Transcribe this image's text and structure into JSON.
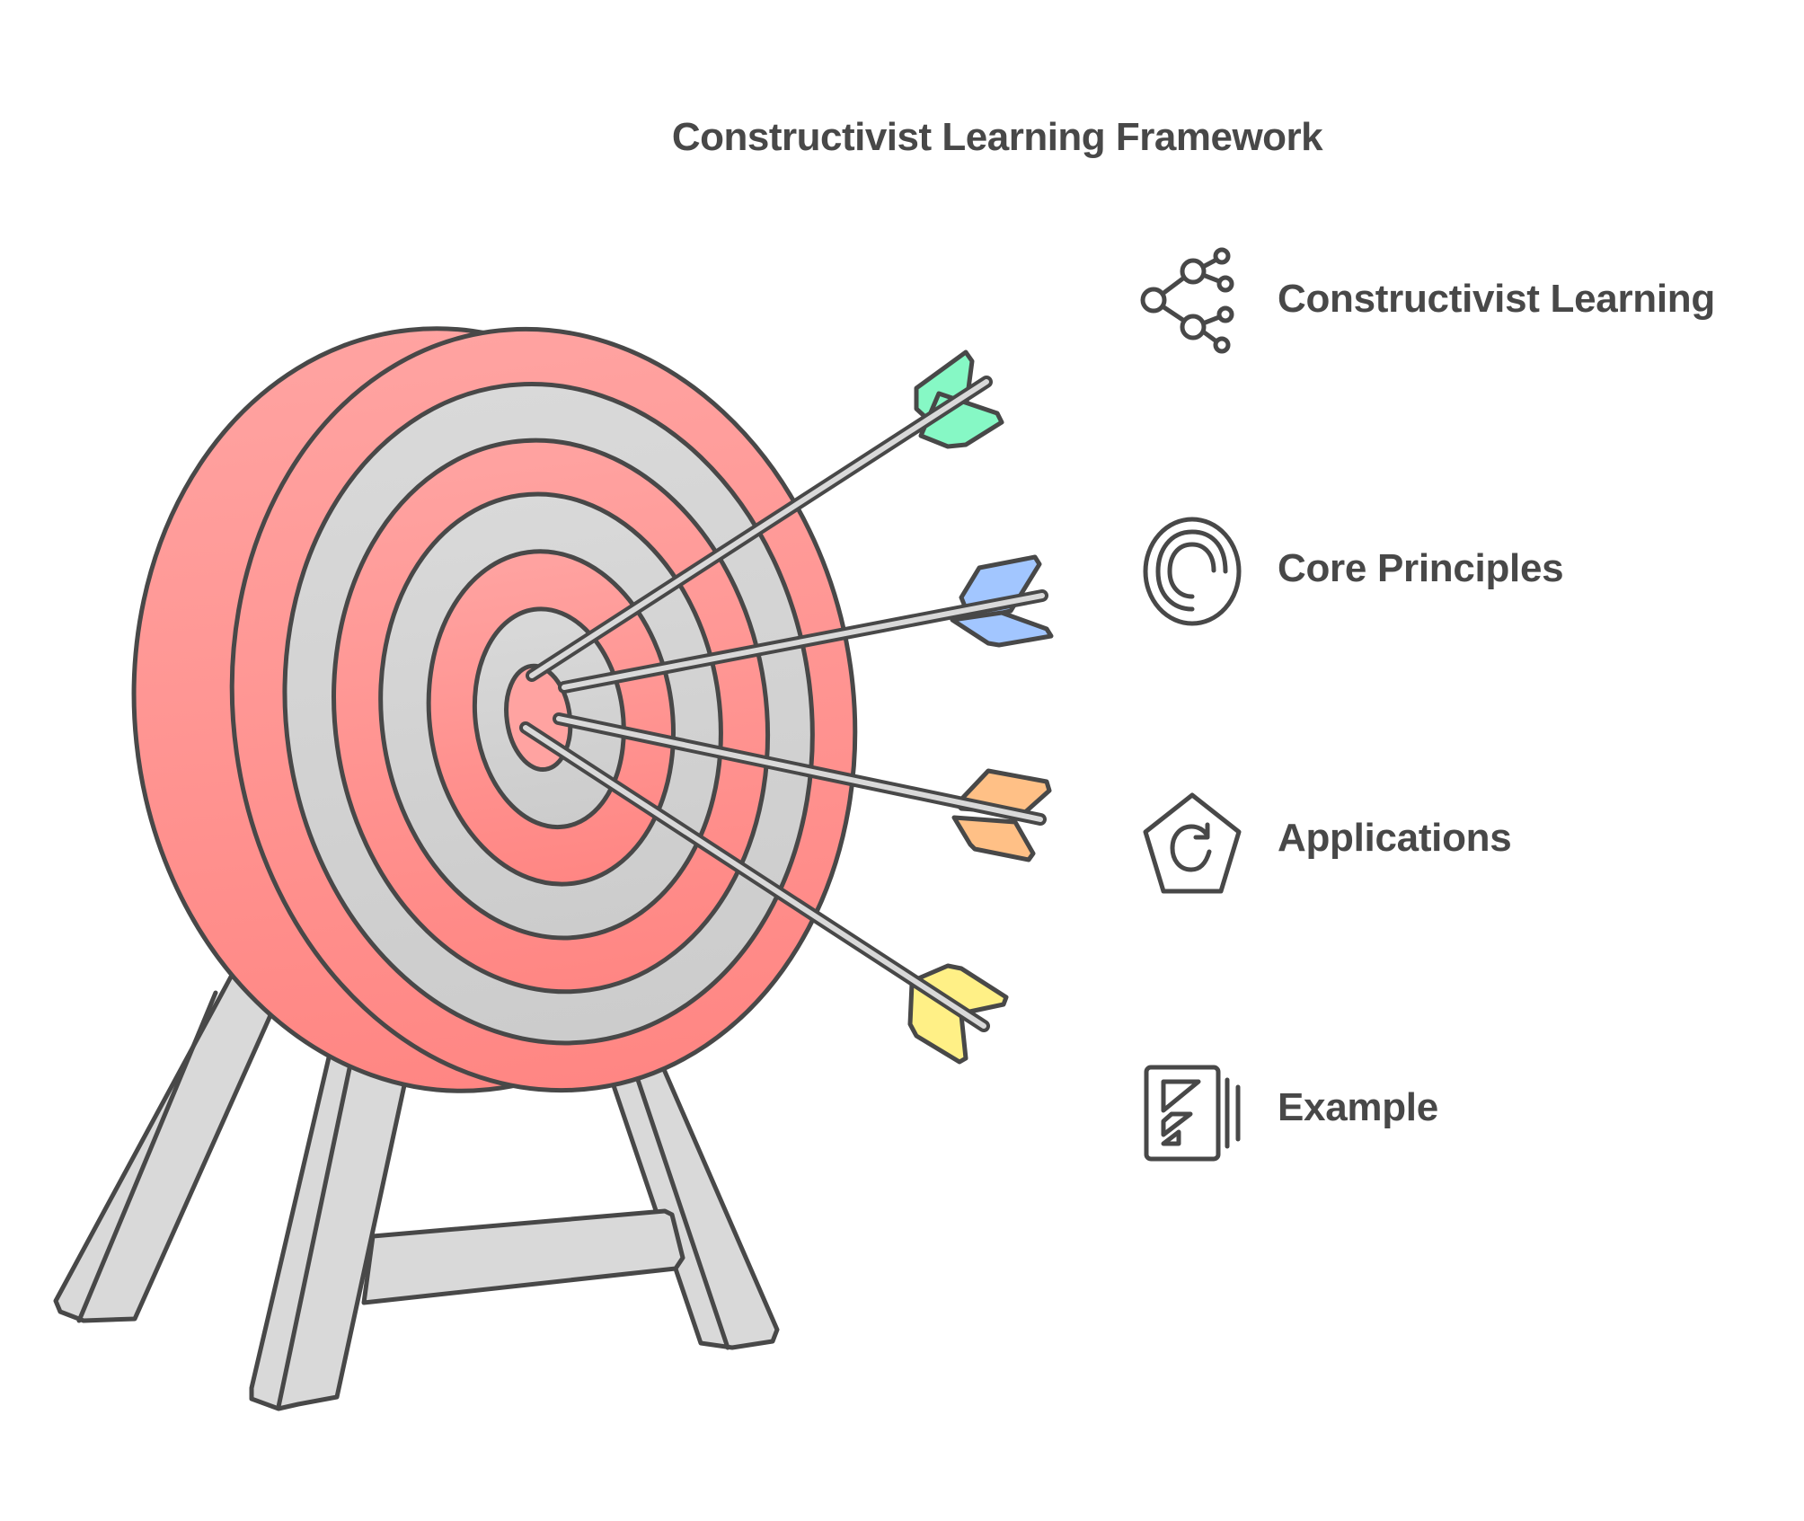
{
  "title": "Constructivist Learning Framework",
  "colors": {
    "stroke": "#484848",
    "target_red": "#FFA3A1",
    "target_red_dark": "#FF8683",
    "target_grey": "#D9D9D9",
    "stand_grey": "#D9D9D9",
    "arrow_green": "#86F8C5",
    "arrow_blue": "#A2C6FF",
    "arrow_orange": "#FFC086",
    "arrow_yellow": "#FFF086"
  },
  "items": [
    {
      "label": "Constructivist Learning",
      "icon": "network-nodes-icon",
      "arrow_color": "#86F8C5"
    },
    {
      "label": "Core Principles",
      "icon": "concentric-spiral-icon",
      "arrow_color": "#A2C6FF"
    },
    {
      "label": "Applications",
      "icon": "pentagon-refresh-icon",
      "arrow_color": "#FFC086"
    },
    {
      "label": "Example",
      "icon": "document-stack-icon",
      "arrow_color": "#FFF086"
    }
  ]
}
